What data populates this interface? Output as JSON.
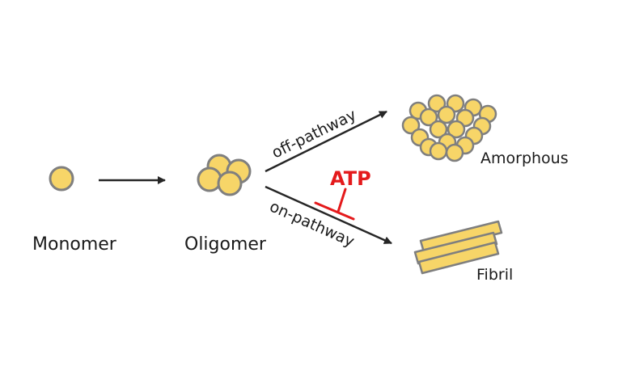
{
  "labels": {
    "monomer": "Monomer",
    "oligomer": "Oligomer",
    "amorphous": "Amorphous",
    "fibril": "Fibril",
    "off_pathway": "off-pathway",
    "on_pathway": "on-pathway",
    "inhibitor": "ATP"
  },
  "colors": {
    "particle_fill": "#F7D568",
    "particle_stroke": "#7F7F7F",
    "arrow": "#262626",
    "inhibitor": "#E41A1C",
    "text": "#1a1a1a"
  }
}
